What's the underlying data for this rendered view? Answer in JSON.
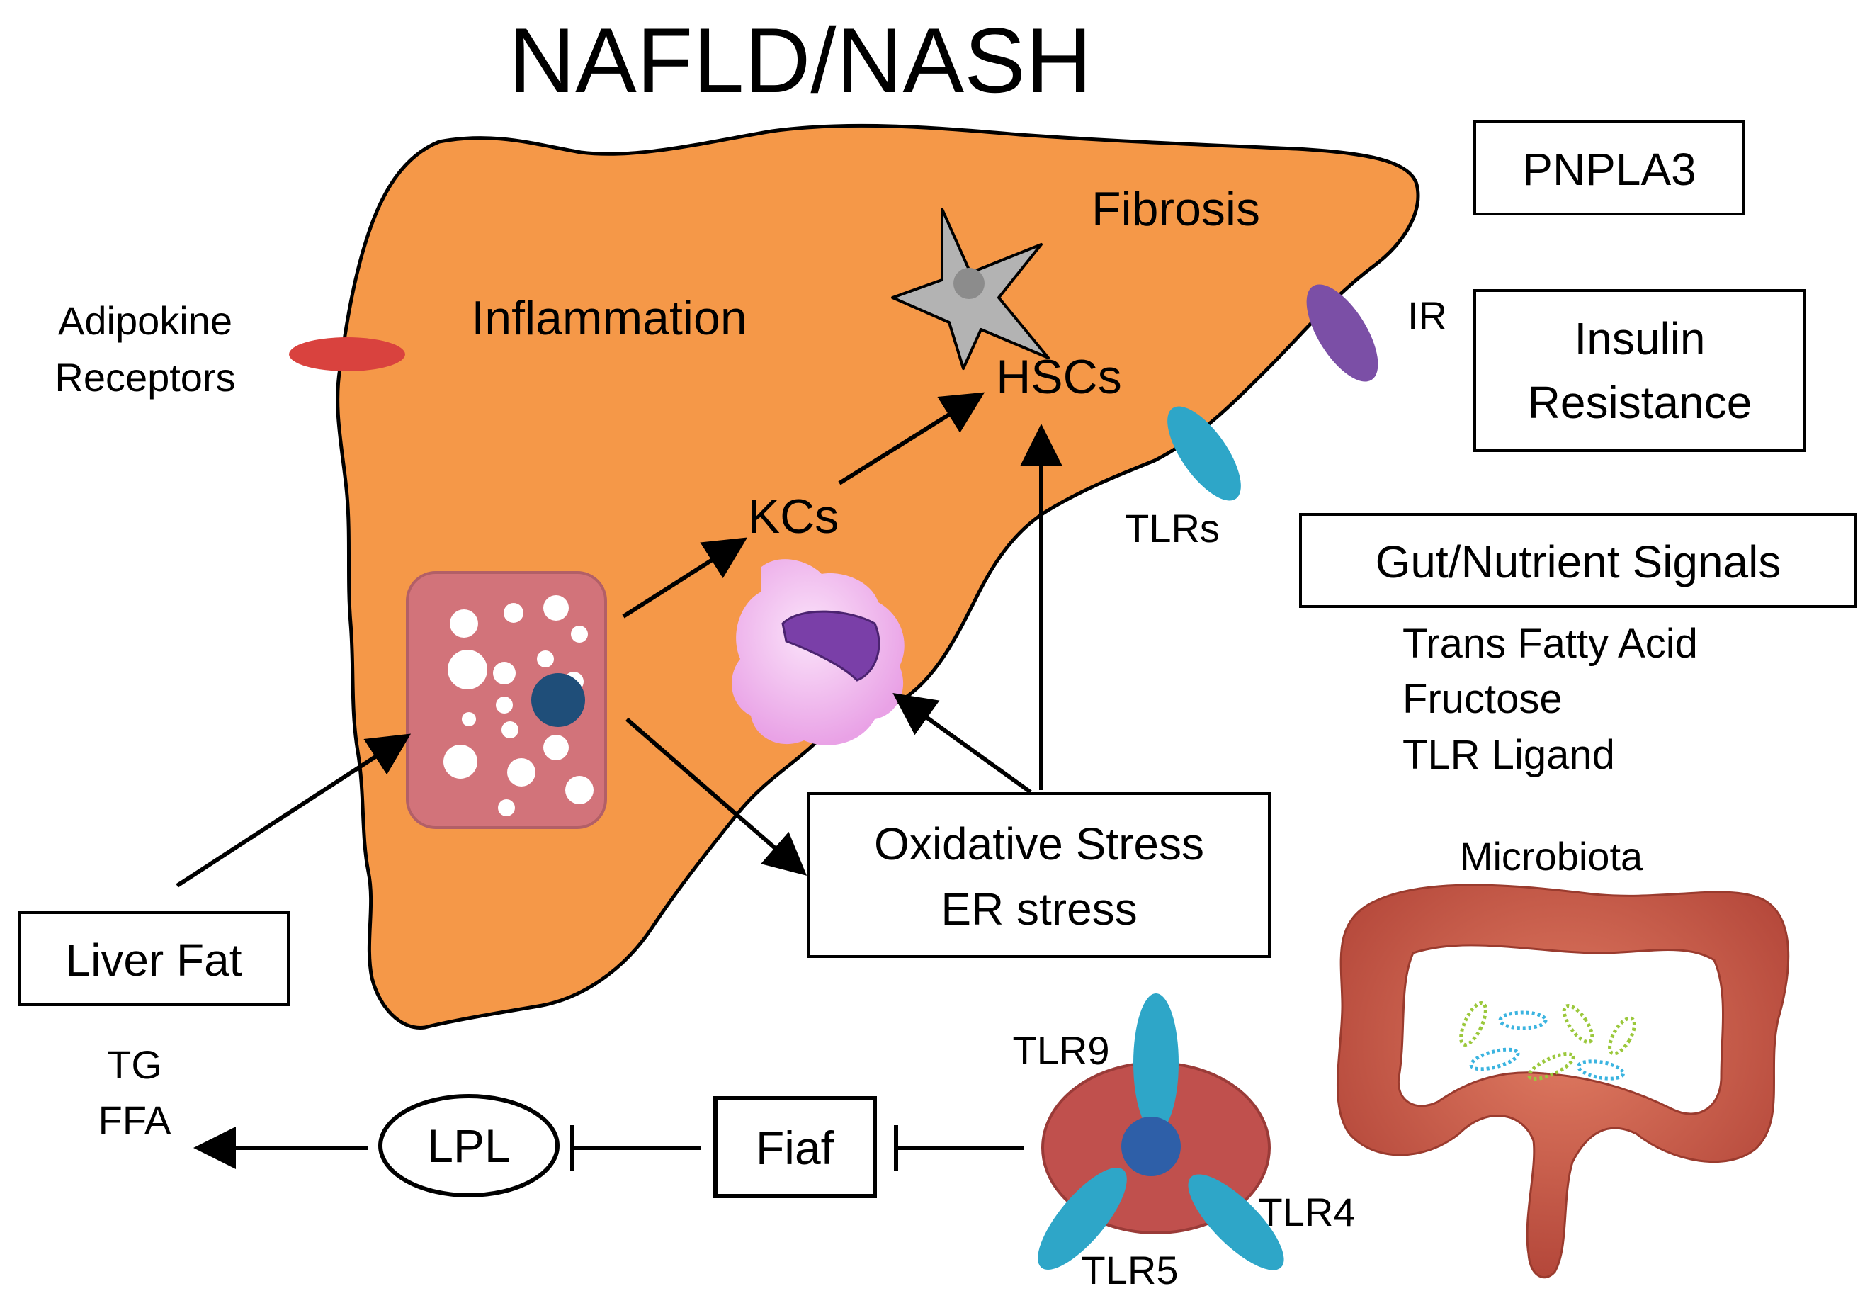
{
  "title": "NAFLD/NASH",
  "liver": {
    "inflammation": "Inflammation",
    "fibrosis": "Fibrosis",
    "hscs": "HSCs",
    "kcs": "KCs"
  },
  "receptors": {
    "adipokine_line1": "Adipokine",
    "adipokine_line2": "Receptors",
    "ir": "IR",
    "tlrs": "TLRs"
  },
  "boxes": {
    "pnpla3": "PNPLA3",
    "insulin_line1": "Insulin",
    "insulin_line2": "Resistance",
    "gut_signals": "Gut/Nutrient Signals",
    "oxidative_line1": "Oxidative Stress",
    "oxidative_line2": "ER stress",
    "liver_fat": "Liver Fat",
    "fiaf": "Fiaf",
    "lpl": "LPL"
  },
  "gut_signal_items": [
    "Trans Fatty Acid",
    "Fructose",
    "TLR Ligand"
  ],
  "microbiota": "Microbiota",
  "lipids": {
    "tg": "TG",
    "ffa": "FFA"
  },
  "tlr_labels": {
    "tlr9": "TLR9",
    "tlr4": "TLR4",
    "tlr5": "TLR5"
  },
  "colors": {
    "liver": "#F59848",
    "hepatocyte": "#D2737A",
    "nucleus": "#1F4E79",
    "adipokine_receptor": "#D9423E",
    "ir_receptor": "#7B4FA6",
    "tlr": "#2EA6C8",
    "macrophage": "#F2B8F0",
    "macrophage_nucleus": "#7A3FA8",
    "stellate": "#B3B3B3",
    "gut": "#C85A48",
    "cell_body": "#C0504D",
    "cell_nucleus": "#2E5FA8",
    "bacteria_green": "#9BC83C",
    "bacteria_blue": "#3BB4E0"
  }
}
